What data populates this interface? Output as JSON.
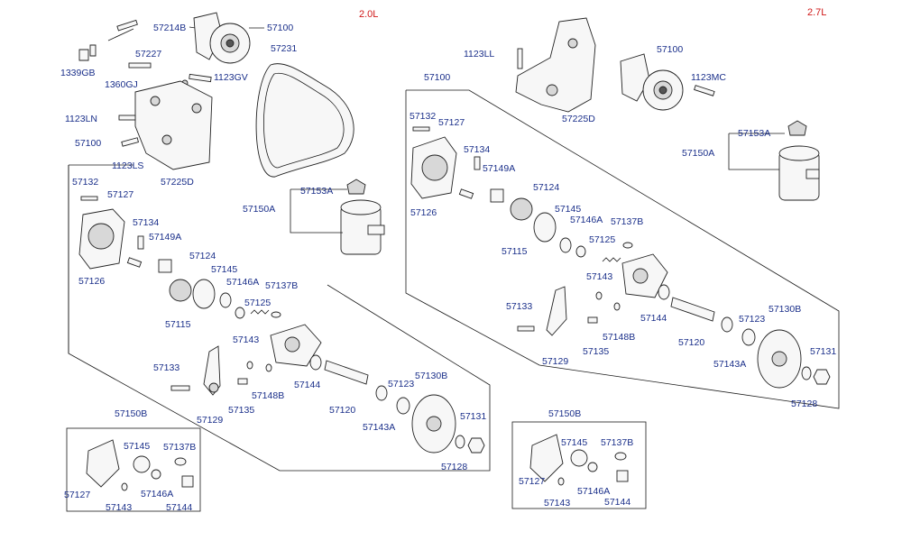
{
  "variants": {
    "left": "2.0L",
    "right": "2.7L"
  },
  "colors": {
    "label": "#1a2f8a",
    "variant": "#d01818",
    "line": "#1a1a1a"
  },
  "labels_left": [
    "57214B",
    "57100",
    "1339GB",
    "57227",
    "57231",
    "1360GJ",
    "1123GV",
    "1123LN",
    "57100",
    "1123LS",
    "57225D",
    "57132",
    "57127",
    "57134",
    "57149A",
    "57153A",
    "57150A",
    "57124",
    "57145",
    "57146A",
    "57137B",
    "57126",
    "57115",
    "57125",
    "57143",
    "57133",
    "57148B",
    "57144",
    "57135",
    "57129",
    "57120",
    "57123",
    "57130B",
    "57143A",
    "57131",
    "57128"
  ],
  "labels_right": [
    "57100",
    "1123LL",
    "57100",
    "1123MC",
    "57225D",
    "57132",
    "57127",
    "57134",
    "57149A",
    "57153A",
    "57150A",
    "57126",
    "57124",
    "57145",
    "57146A",
    "57137B",
    "57115",
    "57125",
    "57143",
    "57133",
    "57144",
    "57130B",
    "57123",
    "57148B",
    "57135",
    "57120",
    "57129",
    "57143A",
    "57131",
    "57128"
  ],
  "kit_left": {
    "title": "57150B",
    "labels": [
      "57145",
      "57137B",
      "57127",
      "57146A",
      "57143",
      "57144"
    ]
  },
  "kit_right": {
    "title": "57150B",
    "labels": [
      "57145",
      "57137B",
      "57127",
      "57146A",
      "57143",
      "57144"
    ]
  }
}
